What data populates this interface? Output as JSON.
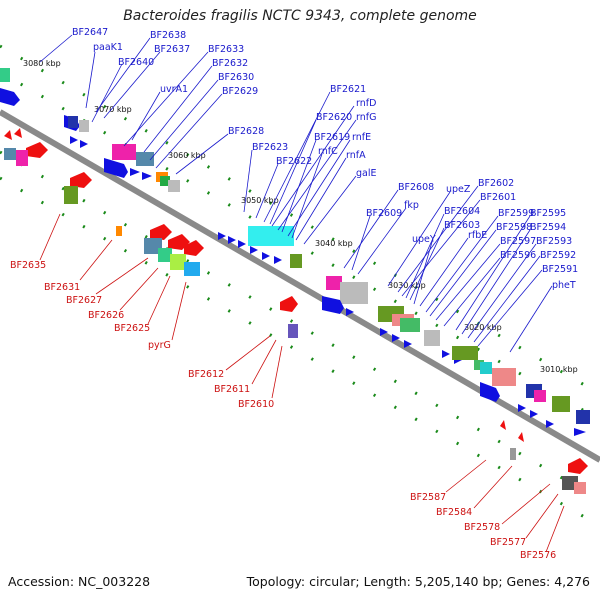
{
  "title": "Bacteroides fragilis NCTC 9343, complete genome",
  "footer": {
    "accession": "Accession: NC_003228",
    "topology": "Topology: circular; Length: 5,205,140 bp; Genes: 4,276"
  },
  "colors": {
    "forward_label": "#1a1acc",
    "reverse_label": "#cc1111",
    "backbone": "#888888",
    "forward_arrow": "#1010e0",
    "reverse_arrow": "#ee1010",
    "tick": "#1a8a1a"
  },
  "scale_labels": [
    "3080 kbp",
    "3070 kbp",
    "3060 kbp",
    "3050 kbp",
    "3040 kbp",
    "3030 kbp",
    "3020 kbp",
    "3010 kbp"
  ],
  "forward_labels": [
    "BF2647",
    "paaK1",
    "BF2638",
    "BF2637",
    "BF2640",
    "BF2633",
    "BF2632",
    "uvrA1",
    "BF2630",
    "BF2629",
    "BF2628",
    "BF2623",
    "BF2622",
    "BF2621",
    "rnfD",
    "BF2620",
    "rnfG",
    "BF2619",
    "rnfE",
    "rnfC",
    "rnfA",
    "galE",
    "BF2608",
    "fkp",
    "BF2609",
    "upeZ",
    "BF2602",
    "BF2601",
    "BF2604",
    "BF2603",
    "upeY",
    "rfbE",
    "BF2599",
    "BF2598",
    "BF2595",
    "BF2594",
    "BF2597",
    "BF2593",
    "BF2596",
    "BF2592",
    "BF2591",
    "pheT"
  ],
  "reverse_labels": [
    "BF2635",
    "BF2631",
    "BF2627",
    "BF2626",
    "BF2625",
    "pyrG",
    "BF2612",
    "BF2611",
    "BF2610",
    "BF2587",
    "BF2584",
    "BF2578",
    "BF2577",
    "BF2576"
  ]
}
